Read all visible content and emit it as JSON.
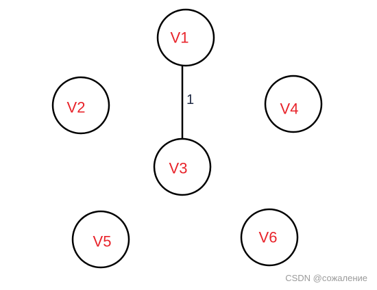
{
  "graph": {
    "nodes": [
      {
        "id": "v1",
        "label": "V1"
      },
      {
        "id": "v2",
        "label": "V2"
      },
      {
        "id": "v3",
        "label": "V3"
      },
      {
        "id": "v4",
        "label": "V4"
      },
      {
        "id": "v5",
        "label": "V5"
      },
      {
        "id": "v6",
        "label": "V6"
      }
    ],
    "edges": [
      {
        "from": "v1",
        "to": "v3",
        "weight": "1"
      }
    ]
  },
  "colors": {
    "node_label": "#e8232a",
    "node_stroke": "#000000",
    "edge": "#000000",
    "weight_label": "#1f2a44",
    "watermark": "#9a9a9a"
  },
  "watermark": "CSDN @сожаление"
}
